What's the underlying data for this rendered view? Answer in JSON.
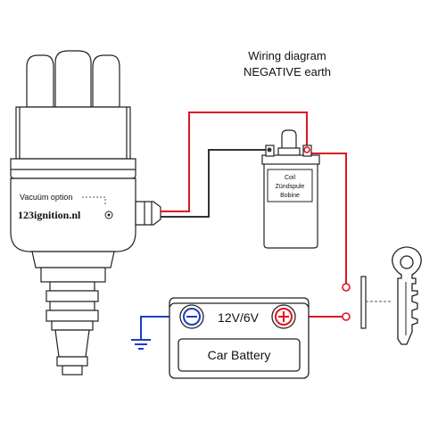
{
  "title": {
    "line1": "Wiring diagram",
    "line2": "NEGATIVE earth"
  },
  "distributor": {
    "vacuum_label": "Vacuüm option",
    "brand": "123ignition.nl"
  },
  "coil": {
    "line1": "Coil",
    "line2": "Zündspule",
    "line3": "Bobine"
  },
  "battery": {
    "voltage": "12V/6V",
    "name": "Car Battery"
  },
  "colors": {
    "positive_wire": "#e0141e",
    "negative_wire": "#1e3cc8",
    "signal_wire": "#333333",
    "outline": "#222222"
  }
}
